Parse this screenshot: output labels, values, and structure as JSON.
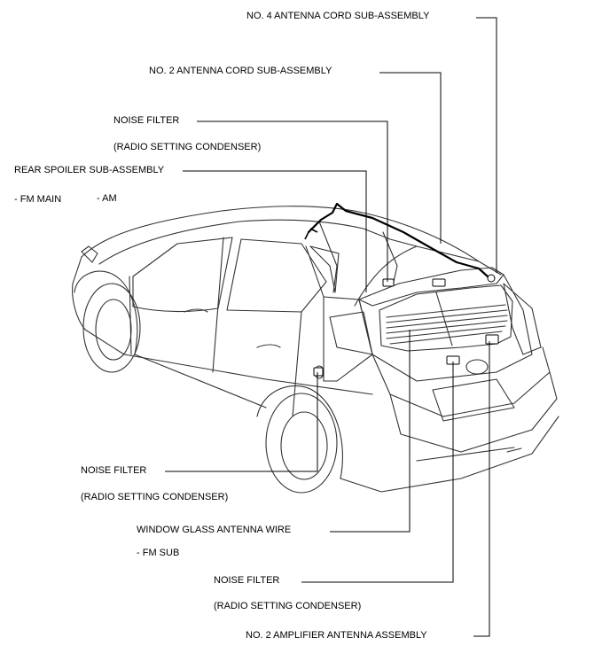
{
  "labels": {
    "no4_antenna_cord": "NO. 4 ANTENNA CORD SUB-ASSEMBLY",
    "no2_antenna_cord": "NO. 2 ANTENNA CORD SUB-ASSEMBLY",
    "noise_filter_top": "NOISE FILTER",
    "noise_filter_top_sub": "(RADIO SETTING CONDENSER)",
    "rear_spoiler": "REAR SPOILER SUB-ASSEMBLY",
    "fm_main": "- FM MAIN",
    "am": "- AM",
    "noise_filter_left": "NOISE FILTER",
    "noise_filter_left_sub": "(RADIO SETTING CONDENSER)",
    "window_glass_wire": "WINDOW GLASS ANTENNA WIRE",
    "fm_sub": "- FM SUB",
    "noise_filter_bottom": "NOISE FILTER",
    "noise_filter_bottom_sub": "(RADIO SETTING CONDENSER)",
    "no2_amplifier": "NO. 2 AMPLIFIER ANTENNA ASSEMBLY"
  },
  "colors": {
    "line": "#000000",
    "car_outline": "#333333",
    "background": "#ffffff"
  }
}
